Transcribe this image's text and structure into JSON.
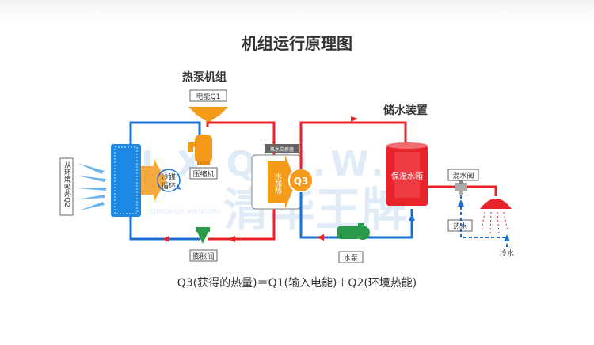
{
  "title": "机组运行原理图",
  "heat_pump_label": "热泵机组",
  "power_label": "电能Q1",
  "compressor_label": "压缩机",
  "refrigerant_label_1": "冷媒",
  "refrigerant_label_2": "循环",
  "ambient_label": "从环境吸热Q2",
  "expansion_valve_label": "膨胀阀",
  "heat_exchanger_label": "热水交换器",
  "water_heating_label": "水加热",
  "q3_label": "Q3",
  "storage_label": "储水装置",
  "tank_label": "保温水箱",
  "mixing_valve_label": "混水阀",
  "hot_water_label": "热水",
  "pump_label": "水泵",
  "cold_water_label": "冷水",
  "watermark_en": "J.X.Q.H.W.P",
  "watermark_cn": "清华王牌",
  "watermark_small": "QINGHUA WANGPAI",
  "formula": "Q3(获得的热量)＝Q1(输入电能)＋Q2(环境热能)",
  "colors": {
    "hot": "#e8232a",
    "cold": "#1a6fd1",
    "accent": "#f59b1b",
    "pump": "#2a9a4a",
    "tank": "#e8232a"
  }
}
